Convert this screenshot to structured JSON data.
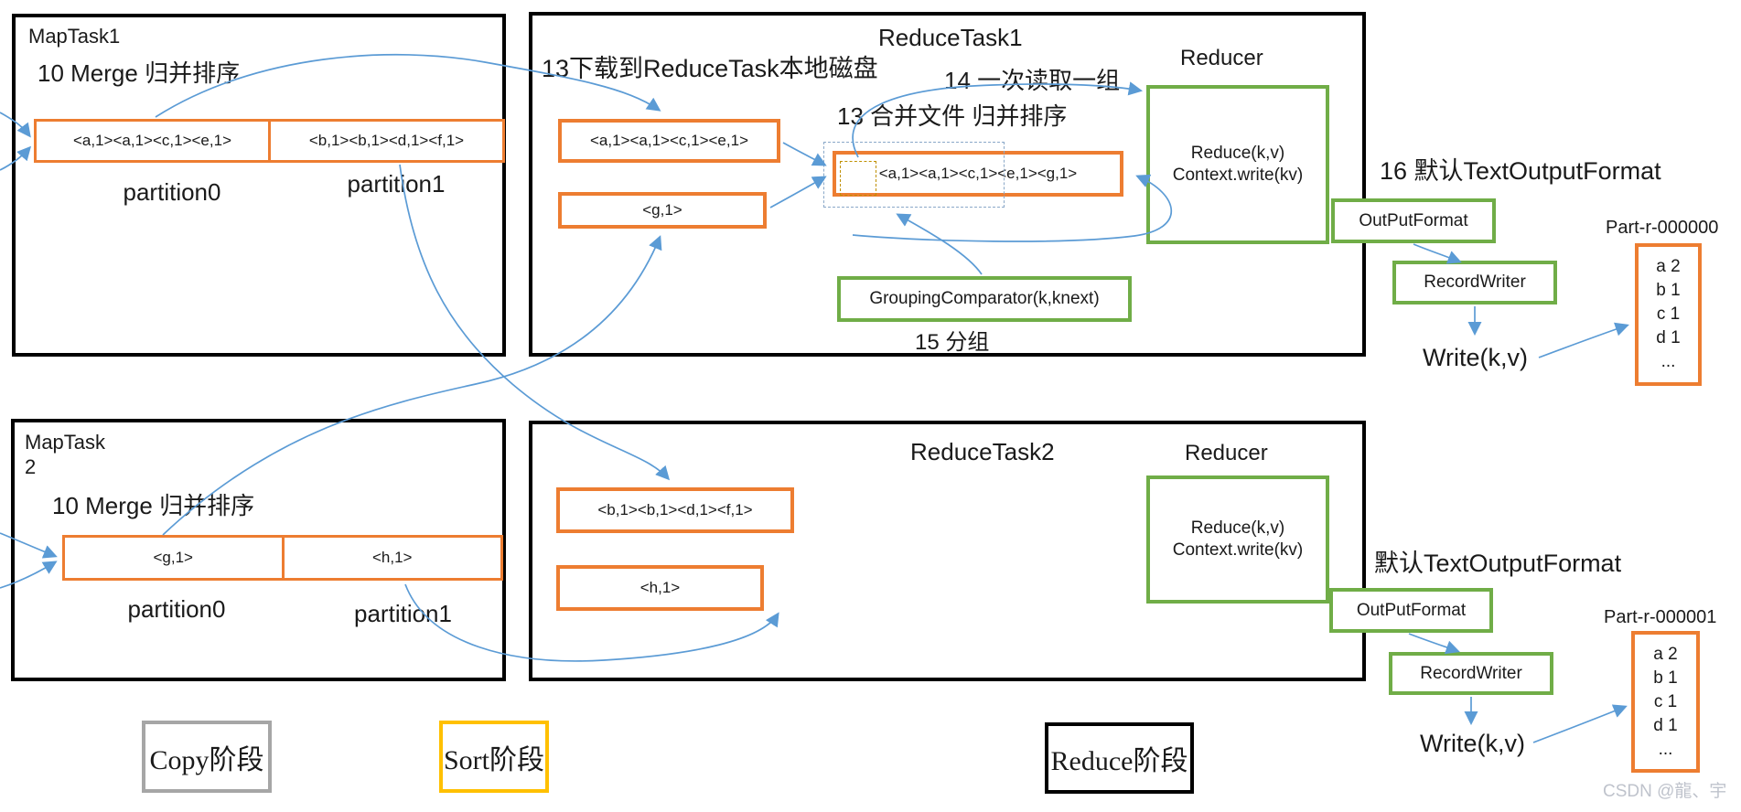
{
  "diagram": {
    "watermark": "CSDN @龍、宇",
    "map_task1": {
      "title": "MapTask1",
      "merge_label": "10 Merge 归并排序",
      "partition0": {
        "value": "<a,1><a,1><c,1><e,1>",
        "label": "partition0"
      },
      "partition1": {
        "value": "<b,1><b,1><d,1><f,1>",
        "label": "partition1"
      }
    },
    "map_task2": {
      "title_line1": "MapTask",
      "title_line2": "2",
      "merge_label": "10 Merge 归并排序",
      "partition0": {
        "value": "<g,1>",
        "label": "partition0"
      },
      "partition1": {
        "value": "<h,1>",
        "label": "partition1"
      }
    },
    "reduce_task1": {
      "title": "ReduceTask1",
      "download_label": "13下载到ReduceTask本地磁盘",
      "read_group_label": "14 一次读取一组",
      "merge_label": "13 合并文件 归并排序",
      "file1": "<a,1><a,1><c,1><e,1>",
      "file2": "<g,1>",
      "merged_file": "<a,1><a,1><c,1><e,1><g,1>",
      "reducer_label": "Reducer",
      "reducer_line1": "Reduce(k,v)",
      "reducer_line2": "Context.write(kv)",
      "grouping_comparator": "GroupingComparator(k,knext)",
      "grouping_label": "15 分组"
    },
    "reduce_task2": {
      "title": "ReduceTask2",
      "file1": "<b,1><b,1><d,1><f,1>",
      "file2": "<h,1>",
      "reducer_label": "Reducer",
      "reducer_line1": "Reduce(k,v)",
      "reducer_line2": "Context.write(kv)"
    },
    "output1": {
      "format_label": "16 默认TextOutputFormat",
      "outputformat_label": "OutPutFormat",
      "recordwriter_label": "RecordWriter",
      "write_label": "Write(k,v)",
      "part_title": "Part-r-000000",
      "rows": [
        "a 2",
        "b 1",
        "c 1",
        "d 1",
        "..."
      ]
    },
    "output2": {
      "format_label": "默认TextOutputFormat",
      "outputformat_label": "OutPutFormat",
      "recordwriter_label": "RecordWriter",
      "write_label": "Write(k,v)",
      "part_title": "Part-r-000001",
      "rows": [
        "a 2",
        "b 1",
        "c 1",
        "d 1",
        "..."
      ]
    },
    "phases": {
      "copy": "Copy阶段",
      "sort": "Sort阶段",
      "reduce": "Reduce阶段"
    },
    "colors": {
      "orange": "#ED7D31",
      "green": "#70AD47",
      "arrow_blue": "#5B9BD5",
      "gray_border": "#A6A6A6",
      "yellow_border": "#FFC000"
    }
  }
}
